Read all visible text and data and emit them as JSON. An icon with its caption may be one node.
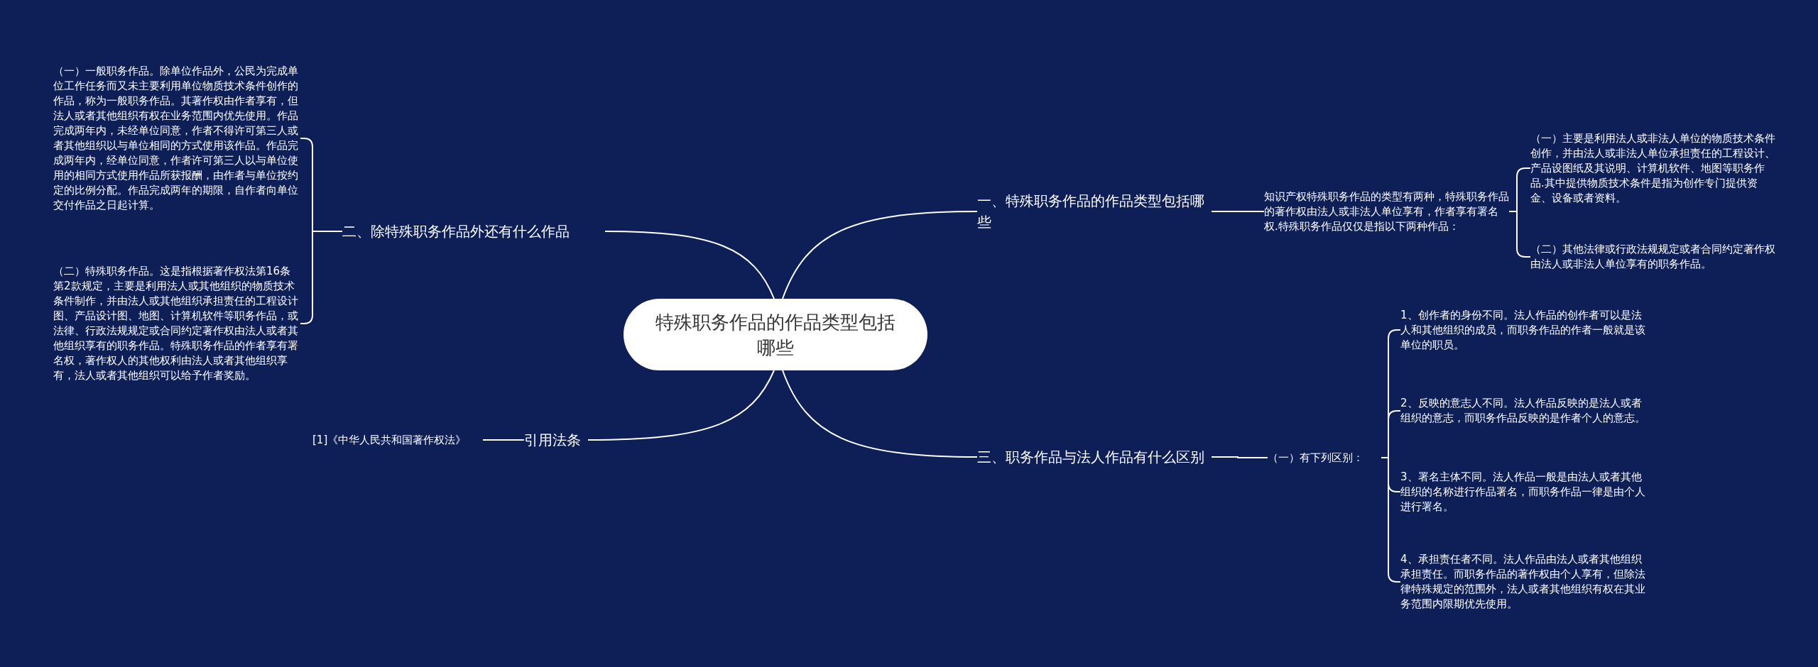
{
  "diagram": {
    "nodes": [
      {
        "text": [
          "特殊职务作品的作品类型包括哪些"
        ]
      },
      {
        "text": [
          "一、特殊职务作品的作品类型包括哪些"
        ]
      },
      {
        "text": [
          "知识产权特殊职务作品的类型有两种，特殊职务作品的著作权由法人或非法人单位享有，作者享有署名权.特殊职务作品仅仅是指以下两种作品："
        ]
      },
      {
        "text": [
          "（一）主要是利用法人或非法人单位的物质技术条件创作，并由法人或非法人单位承担责任的工程设计、产品设图纸及其说明、计算机软件、地图等职务作品.其中提供物质技术条件是指为创作专门提供资金、设备或者资料。"
        ]
      },
      {
        "text": [
          "（二）其他法律或行政法规规定或者合同约定著作权由法人或非法人单位享有的职务作品。"
        ]
      },
      {
        "text": [
          "三、职务作品与法人作品有什么区别"
        ]
      },
      {
        "text": [
          "（一）有下列区别："
        ]
      },
      {
        "text": [
          "1、创作者的身份不同。法人作品的创作者可以是法人和其他组织的成员，而职务作品的作者一般就是该单位的职员。"
        ]
      },
      {
        "text": [
          "2、反映的意志人不同。法人作品反映的是法人或者组织的意志，而职务作品反映的是作者个人的意志。"
        ]
      },
      {
        "text": [
          "3、署名主体不同。法人作品一般是由法人或者其他组织的名称进行作品署名，而职务作品一律是由个人进行署名。"
        ]
      },
      {
        "text": [
          "4、承担责任者不同。法人作品由法人或者其他组织承担责任。而职务作品的著作权由个人享有，但除法律特殊规定的范围外，法人或者其他组织有权在其业务范围内限期优先使用。"
        ]
      },
      {
        "text": [
          "二、除特殊职务作品外还有什么作品"
        ]
      },
      {
        "text": [
          "（一）一般职务作品。除单位作品外，公民为完成单位工作任务而又未主要利用单位物质技术条件创作的作品，称为一般职务作品。其著作权由作者享有，但法人或者其他组织有权在业务范围内优先使用。作品完成两年内，未经单位同意，作者不得许可第三人或者其他组织以与单位相同的方式使用该作品。作品完成两年内，经单位同意，作者许可第三人以与单位使用的相同方式使用作品所获报酬，由作者与单位按约定的比例分配。作品完成两年的期限，自作者向单位交付作品之日起计算。"
        ]
      },
      {
        "text": [
          "（二）特殊职务作品。这是指根据著作权法第16条第2款规定，主要是利用法人或其他组织的物质技术条件制作，并由法人或其他组织承担责任的工程设计图、产品设计图、地图、计算机软件等职务作品，或法律、行政法规规定或合同约定著作权由法人或者其他组织享有的职务作品。特殊职务作品的作者享有署名权，著作权人的其他权利由法人或者其他组织享有，法人或者其他组织可以给予作者奖励。"
        ]
      },
      {
        "text": [
          "引用法条"
        ]
      },
      {
        "text": [
          "[1]《中华人民共和国著作权法》"
        ]
      }
    ],
    "edges": [
      {
        "from": 0,
        "to": 1,
        "arrow": "none"
      },
      {
        "from": 1,
        "to": 2,
        "arrow": "none"
      },
      {
        "from": 2,
        "to": 3,
        "arrow": "none"
      },
      {
        "from": 2,
        "to": 4,
        "arrow": "none"
      },
      {
        "from": 0,
        "to": 5,
        "arrow": "none"
      },
      {
        "from": 5,
        "to": 6,
        "arrow": "none"
      },
      {
        "from": 6,
        "to": 7,
        "arrow": "none"
      },
      {
        "from": 6,
        "to": 8,
        "arrow": "none"
      },
      {
        "from": 6,
        "to": 9,
        "arrow": "none"
      },
      {
        "from": 6,
        "to": 10,
        "arrow": "none"
      },
      {
        "from": 0,
        "to": 11,
        "arrow": "none"
      },
      {
        "from": 11,
        "to": 12,
        "arrow": "none"
      },
      {
        "from": 11,
        "to": 13,
        "arrow": "none"
      },
      {
        "from": 0,
        "to": 14,
        "arrow": "none"
      },
      {
        "from": 14,
        "to": 15,
        "arrow": "none"
      }
    ]
  }
}
